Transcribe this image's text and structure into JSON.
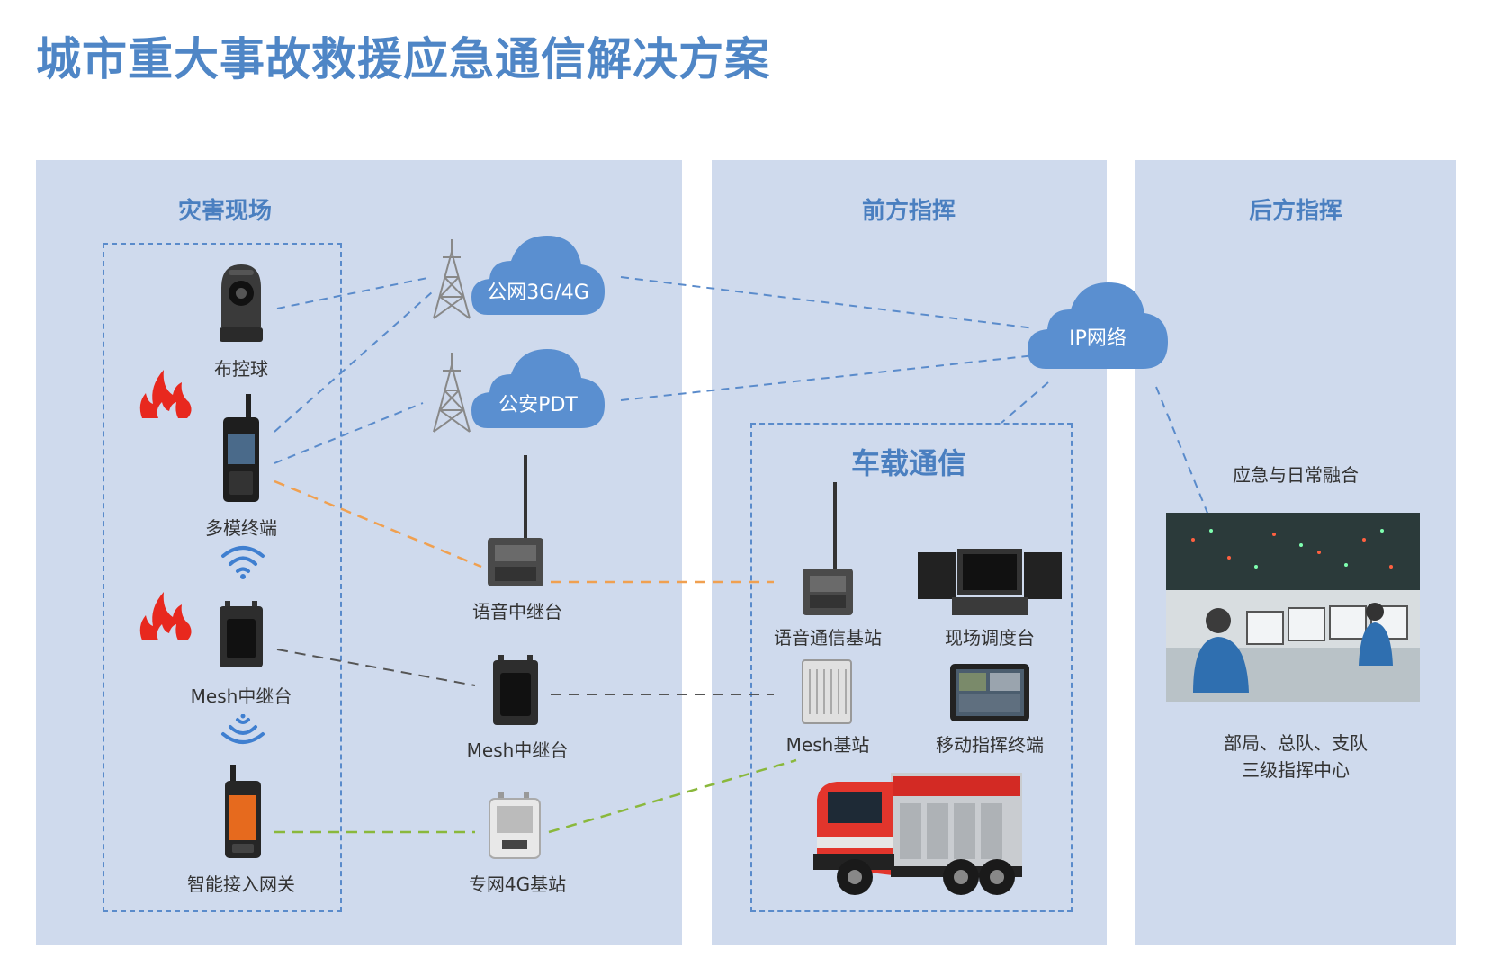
{
  "title": "城市重大事故救援应急通信解决方案",
  "panels": {
    "scene": "灾害现场",
    "front": "前方指挥",
    "rear": "后方指挥"
  },
  "clouds": {
    "public": "公网3G/4G",
    "pdt": "公安PDT",
    "ip": "IP网络"
  },
  "scene_devices": {
    "camera": "布控球",
    "multimode": "多模终端",
    "mesh_relay": "Mesh中继台",
    "gateway": "智能接入网关"
  },
  "middle_devices": {
    "voice_relay": "语音中继台",
    "mesh_relay": "Mesh中继台",
    "lte_base": "专网4G基站"
  },
  "vehicle": {
    "title": "车载通信",
    "voice_base": "语音通信基站",
    "console": "现场调度台",
    "mesh_base": "Mesh基站",
    "mobile_terminal": "移动指挥终端"
  },
  "rear": {
    "fusion": "应急与日常融合",
    "levels_line1": "部局、总队、支队",
    "levels_line2": "三级指挥中心"
  },
  "colors": {
    "title": "#4f86c6",
    "panel": "#cfdaed",
    "cloud": "#5a8fd0",
    "link_blue": "#5a8bcb",
    "link_orange": "#f0a050",
    "link_gray": "#555555",
    "link_green": "#8ab83c",
    "fire": "#e8281e"
  }
}
